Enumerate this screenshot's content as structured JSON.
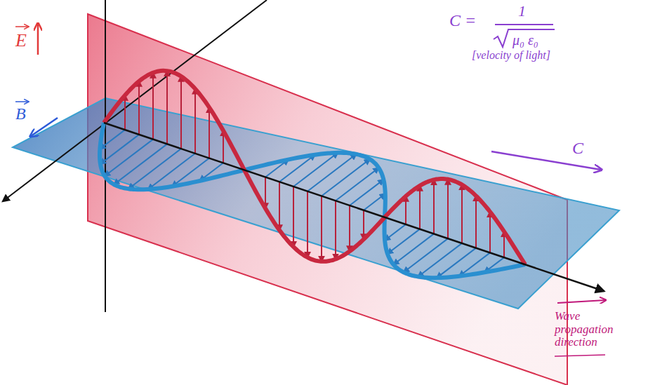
{
  "diagram": {
    "labels": [
      "E",
      "B",
      "C =",
      "1",
      "μ₀ ε₀",
      "[velocity of light]",
      "C",
      "Wave propagation direction"
    ]
  }
}
